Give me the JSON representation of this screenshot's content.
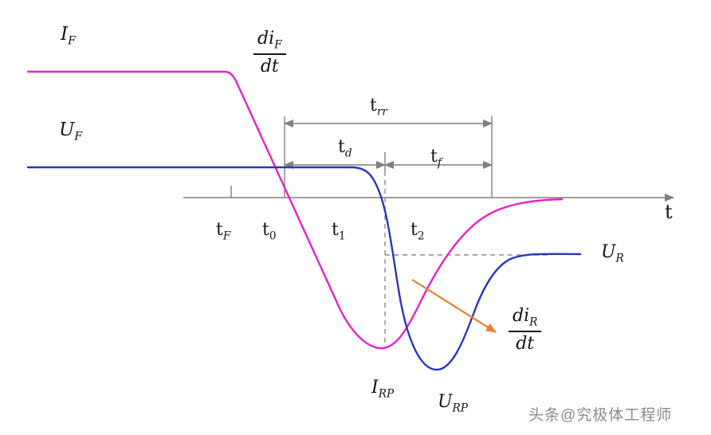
{
  "colors": {
    "current_curve": "#e822c6",
    "voltage_curve": "#2a35c0",
    "axis": "#7f7f7f",
    "dashed": "#8c8c8c",
    "arrow_orange": "#ed7d31",
    "text": "#141414",
    "watermark": "#8a8a8a"
  },
  "labels": {
    "i_f": {
      "main": "I",
      "sub": "F"
    },
    "u_f": {
      "main": "U",
      "sub": "F"
    },
    "difdt": {
      "num_main": "di",
      "num_sub": "F",
      "den": "dt"
    },
    "dirdt": {
      "num_main": "di",
      "num_sub": "R",
      "den": "dt"
    },
    "t_rr": {
      "main": "t",
      "sub": "rr"
    },
    "t_d": {
      "main": "t",
      "sub": "d"
    },
    "t_f_interval": {
      "main": "t",
      "sub": "f"
    },
    "t_axis": "t",
    "t_F": {
      "main": "t",
      "sub": "F"
    },
    "t_0": {
      "main": "t",
      "sub": "0"
    },
    "t_1": {
      "main": "t",
      "sub": "1"
    },
    "t_2": {
      "main": "t",
      "sub": "2"
    },
    "i_rp": {
      "main": "I",
      "sub": "RP"
    },
    "u_rp": {
      "main": "U",
      "sub": "RP"
    },
    "u_r": {
      "main": "U",
      "sub": "R"
    }
  },
  "watermark": "头条@究极体工程师"
}
